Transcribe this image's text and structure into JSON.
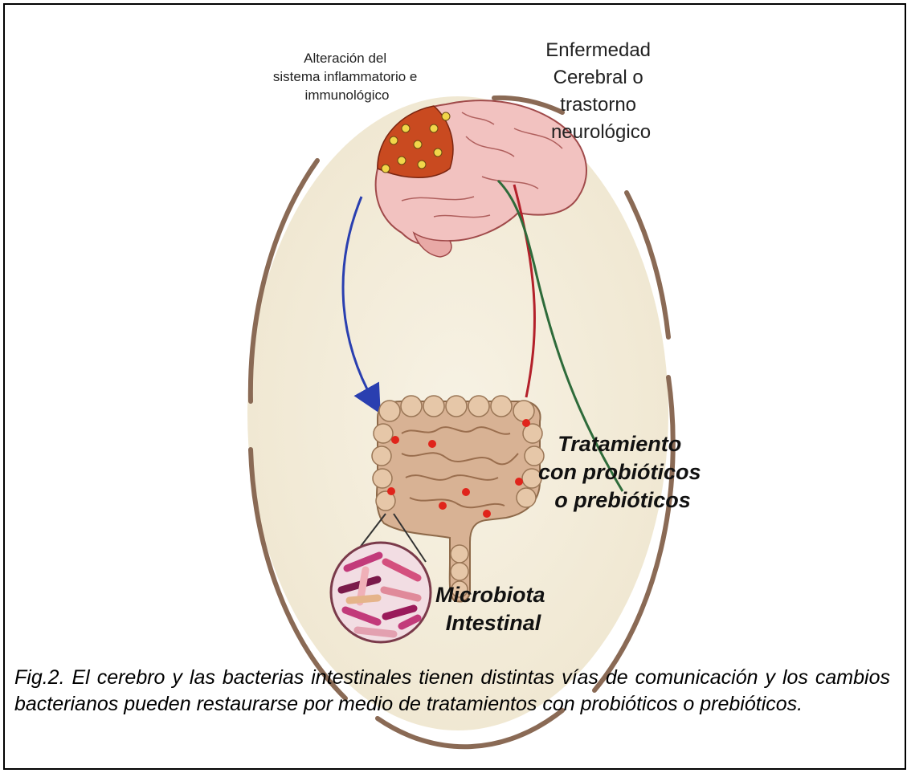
{
  "figure": {
    "labels": {
      "inflammation": [
        "Alteración del",
        "sistema inflammatorio e",
        "immunológico"
      ],
      "brain_disease": [
        "Enfermedad",
        "Cerebral o",
        "trastorno",
        "neurológico"
      ],
      "treatment": [
        "Tratamiento",
        "con probióticos",
        "o prebióticos"
      ],
      "microbiota": [
        "Microbiota",
        "Intestinal"
      ]
    },
    "colors": {
      "background_oval": "#f4eedd",
      "oval_border": "#8a6a55",
      "arrow_down": "#2a3fb0",
      "arrow_red": "#b3202a",
      "arrow_green": "#2e6b3a",
      "brain": "#f3c4c4",
      "intestine": "#d8b294",
      "bacteria_spot": "#e0241b"
    }
  },
  "caption": "Fig.2. El cerebro y las bacterias intestinales tienen distintas vías de comunicación y los cambios bacterianos pueden restaurarse por medio de tratamientos con probióticos o prebióticos."
}
